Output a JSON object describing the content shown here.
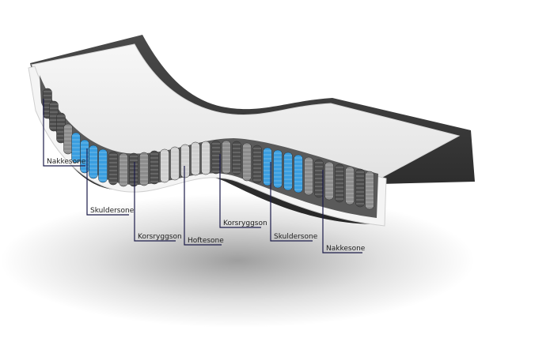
{
  "figure": {
    "subject": "cross-section of a zoned pocket-spring mattress",
    "zone_labels": [
      "Nakkesone",
      "Skuldersone",
      "Korsryggson",
      "Hoftesone",
      "Korsryggson",
      "Skuldersone",
      "Nakkesone"
    ]
  },
  "labels": {
    "l1": "Nakkesone",
    "l2": "Skuldersone",
    "l3": "Korsryggson",
    "l4": "Hoftesone",
    "l5": "Korsryggson",
    "l6": "Skuldersone",
    "l7": "Nakkesone"
  },
  "colors": {
    "frame": "#3a3a3a",
    "top_layer": "#f2f2f2",
    "spring_grey": "#8c8c8c",
    "spring_dark": "#4d4d4d",
    "spring_light": "#cfcfcf",
    "spring_blue": "#3a9ee0",
    "leader_line": "#1c1c4a"
  }
}
